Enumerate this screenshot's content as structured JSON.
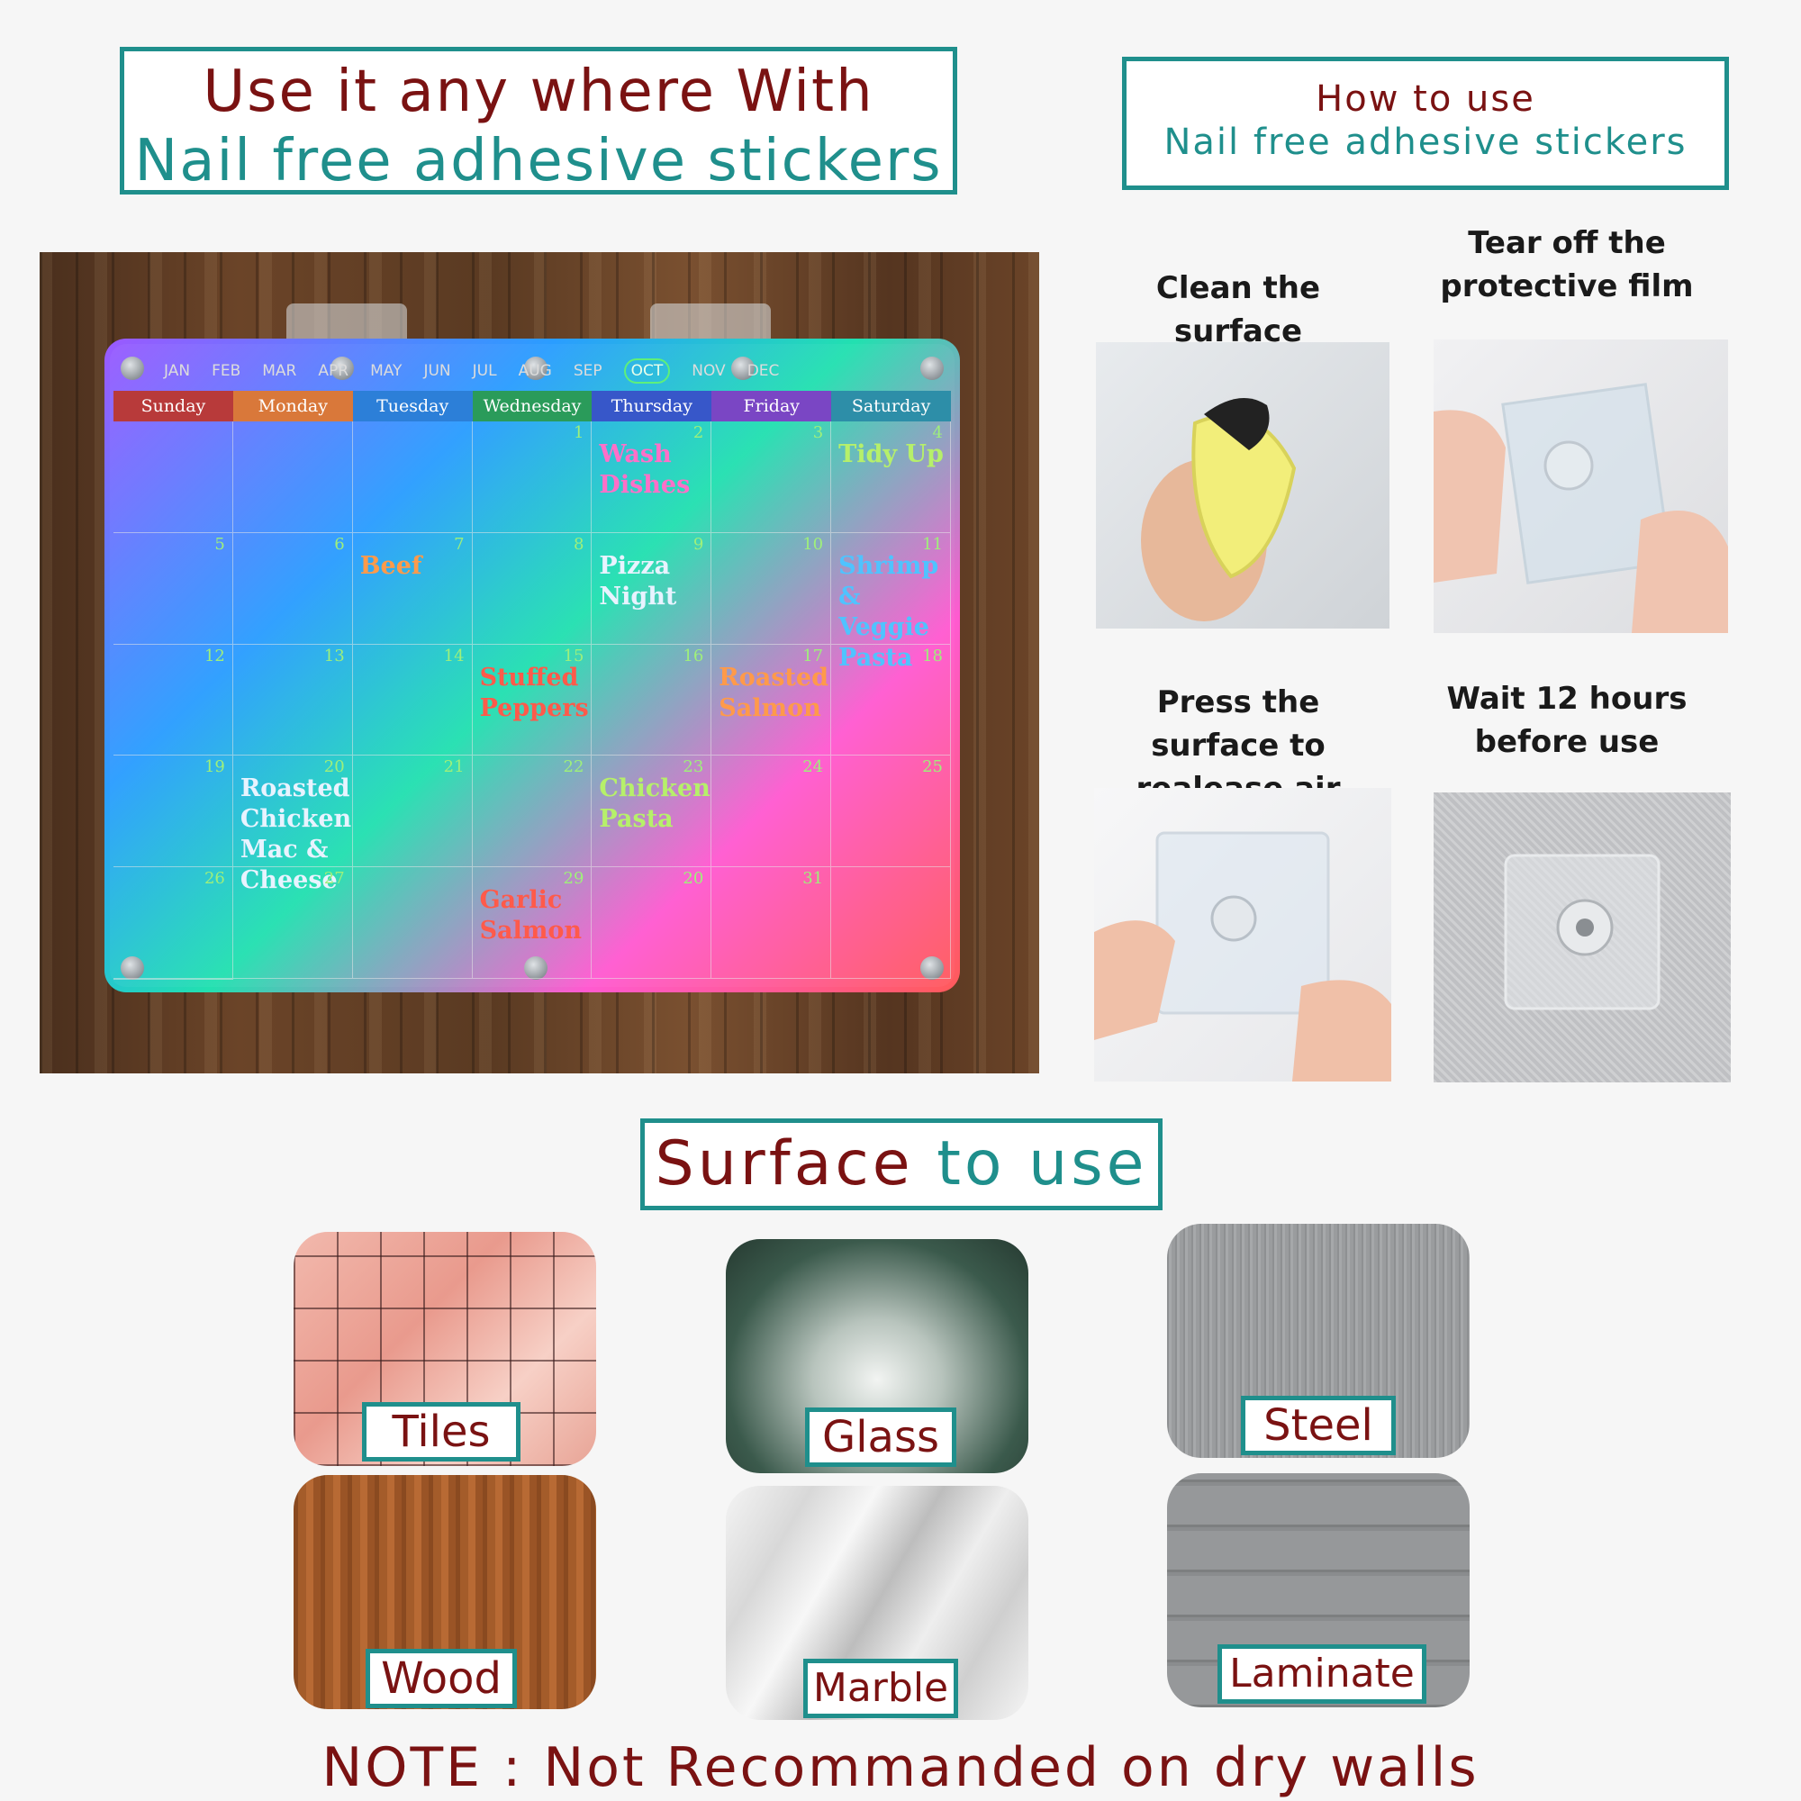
{
  "headline": {
    "line1": "Use it any where With",
    "line2": "Nail free adhesive stickers"
  },
  "howto": {
    "line1": "How to use",
    "line2": "Nail free adhesive stickers"
  },
  "calendar": {
    "months": [
      "JAN",
      "FEB",
      "MAR",
      "APR",
      "MAY",
      "JUN",
      "JUL",
      "AUG",
      "SEP",
      "OCT",
      "NOV",
      "DEC"
    ],
    "selected_month": "OCT",
    "days": [
      {
        "label": "Sunday",
        "color": "#b83a3a"
      },
      {
        "label": "Monday",
        "color": "#d9783a"
      },
      {
        "label": "Tuesday",
        "color": "#2c7fd8"
      },
      {
        "label": "Wednesday",
        "color": "#2a9b5a"
      },
      {
        "label": "Thursday",
        "color": "#3757c9"
      },
      {
        "label": "Friday",
        "color": "#7a46c4"
      },
      {
        "label": "Saturday",
        "color": "#2d8ea8"
      }
    ],
    "cells": [
      {
        "num": "",
        "note": ""
      },
      {
        "num": "",
        "note": ""
      },
      {
        "num": "",
        "note": ""
      },
      {
        "num": "1",
        "note": ""
      },
      {
        "num": "2",
        "note": "Wash Dishes",
        "color": "#ff6fc8"
      },
      {
        "num": "3",
        "note": ""
      },
      {
        "num": "4",
        "note": "Tidy Up",
        "color": "#b6f06a"
      },
      {
        "num": "5",
        "note": ""
      },
      {
        "num": "6",
        "note": ""
      },
      {
        "num": "7",
        "note": "Beef",
        "color": "#ff9a4a"
      },
      {
        "num": "8",
        "note": ""
      },
      {
        "num": "9",
        "note": "Pizza Night",
        "color": "#e8f3ff"
      },
      {
        "num": "10",
        "note": ""
      },
      {
        "num": "11",
        "note": "Shrimp & Veggie Pasta",
        "color": "#4fc3ff"
      },
      {
        "num": "12",
        "note": ""
      },
      {
        "num": "13",
        "note": ""
      },
      {
        "num": "14",
        "note": ""
      },
      {
        "num": "15",
        "note": "Stuffed Peppers",
        "color": "#ff5a4a"
      },
      {
        "num": "16",
        "note": ""
      },
      {
        "num": "17",
        "note": "Roasted Salmon",
        "color": "#ff9a4a"
      },
      {
        "num": "18",
        "note": ""
      },
      {
        "num": "19",
        "note": ""
      },
      {
        "num": "20",
        "note": "Roasted Chicken Mac & Cheese",
        "color": "#e8f3ff"
      },
      {
        "num": "21",
        "note": ""
      },
      {
        "num": "22",
        "note": ""
      },
      {
        "num": "23",
        "note": "Chicken Pasta",
        "color": "#b6f06a"
      },
      {
        "num": "24",
        "note": ""
      },
      {
        "num": "25",
        "note": ""
      },
      {
        "num": "26",
        "note": ""
      },
      {
        "num": "27",
        "note": ""
      },
      {
        "num": "",
        "note": ""
      },
      {
        "num": "29",
        "note": "Garlic Salmon",
        "color": "#ff5a4a"
      },
      {
        "num": "20",
        "note": ""
      },
      {
        "num": "31",
        "note": ""
      },
      {
        "num": "",
        "note": ""
      },
      {
        "num": "",
        "note": ""
      }
    ]
  },
  "steps": [
    {
      "title": "Clean the surface"
    },
    {
      "title": "Tear off the protective film"
    },
    {
      "title": "Press the surface to realease air"
    },
    {
      "title": "Wait 12 hours before use"
    }
  ],
  "surface": {
    "title_part1": "Surface",
    "title_part2": " to use",
    "items": [
      {
        "label": "Tiles"
      },
      {
        "label": "Glass"
      },
      {
        "label": "Steel"
      },
      {
        "label": "Wood"
      },
      {
        "label": "Marble"
      },
      {
        "label": "Laminate"
      }
    ]
  },
  "note": "NOTE : Not Recommanded on dry walls",
  "colors": {
    "accent": "#1f8f8c",
    "text": "#7a1212"
  }
}
